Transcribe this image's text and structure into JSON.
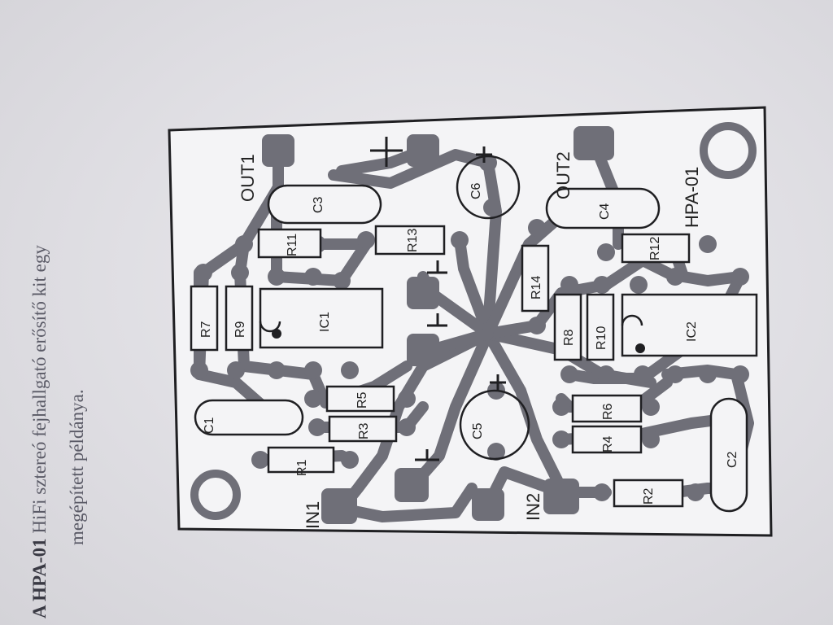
{
  "caption": {
    "line1_bold": "A HPA-01",
    "line1_rest": " HiFi sztereó fejhallgató erősítő kit egy",
    "line2": "megépített példánya."
  },
  "board": {
    "title": "HPA-01",
    "labels": {
      "in1": "IN1",
      "in2": "IN2",
      "out1": "OUT1",
      "out2": "OUT2",
      "ic1": "IC1",
      "ic2": "IC2",
      "c1": "C1",
      "c2": "C2",
      "c3": "C3",
      "c4": "C4",
      "c5": "C5",
      "c6": "C6",
      "r1": "R1",
      "r2": "R2",
      "r3": "R3",
      "r4": "R4",
      "r5": "R5",
      "r6": "R6",
      "r7": "R7",
      "r8": "R8",
      "r9": "R9",
      "r10": "R10",
      "r11": "R11",
      "r12": "R12",
      "r13": "R13",
      "r14": "R14"
    },
    "colors": {
      "copper": "#6f6f78",
      "silk": "#1f1f22",
      "paper": "#f4f4f6"
    }
  }
}
